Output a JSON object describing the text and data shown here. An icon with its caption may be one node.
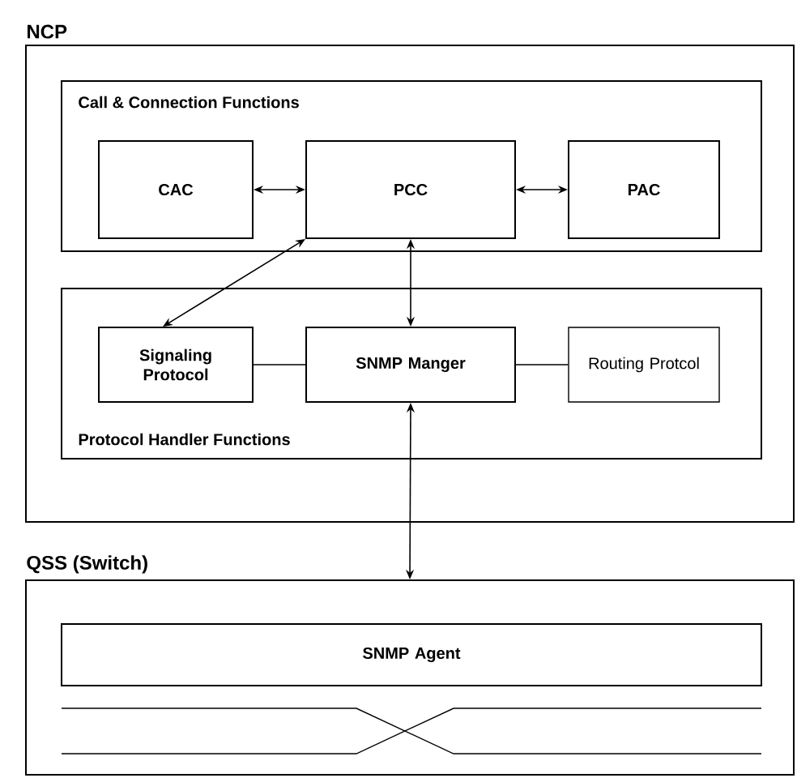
{
  "diagram": {
    "nodes": [
      {
        "text": [
          "NCP"
        ]
      },
      {
        "text": [
          "Call & Connection Functions"
        ],
        "in": 0
      },
      {
        "text": [
          "CAC"
        ],
        "in": 1
      },
      {
        "text": [
          "PCC"
        ],
        "in": 1
      },
      {
        "text": [
          "PAC"
        ],
        "in": 1
      },
      {
        "text": [
          "Protocol Handler Functions"
        ],
        "in": 0
      },
      {
        "text": [
          "Signaling Protocol"
        ],
        "in": 5
      },
      {
        "text": [
          "SNMP Manger"
        ],
        "in": 5
      },
      {
        "text": [
          "Routing Protcol"
        ],
        "in": 5
      },
      {
        "text": [
          "QSS (Switch)"
        ]
      },
      {
        "text": [
          "SNMP Agent"
        ],
        "in": 9
      }
    ],
    "edges": [
      {
        "from": 2,
        "to": 3,
        "arrow": "both"
      },
      {
        "from": 3,
        "to": 4,
        "arrow": "both"
      },
      {
        "from": 3,
        "to": 6,
        "arrow": "both"
      },
      {
        "from": 3,
        "to": 7,
        "arrow": "both"
      },
      {
        "from": 6,
        "to": 7,
        "arrow": "none"
      },
      {
        "from": 7,
        "to": 8,
        "arrow": "none"
      },
      {
        "from": 7,
        "to": 9,
        "arrow": "both"
      }
    ]
  }
}
